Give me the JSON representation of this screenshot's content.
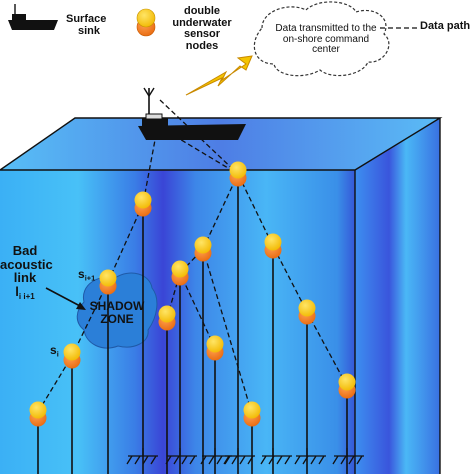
{
  "legend": {
    "surface_sink_line1": "Surface",
    "surface_sink_line2": "sink",
    "node_line1": "double",
    "node_line2": "underwater",
    "node_line3": "sensor",
    "node_line4": "nodes",
    "data_path": "Data path"
  },
  "cloud": {
    "line1": "Data transmitted to the",
    "line2": "on-shore command",
    "line3": "center"
  },
  "bad_link": {
    "line1": "Bad",
    "line2": "acoustic",
    "line3": "link",
    "symbol": "l",
    "subscript": "i i+1"
  },
  "shadow_zone": {
    "line1": "SHADOW",
    "line2": "ZONE"
  },
  "node_labels": {
    "s_i1_base": "s",
    "s_i1_sub": "i+1",
    "s_i_base": "s",
    "s_i_sub": "i"
  },
  "colors": {
    "node_top": "#f5c400",
    "node_bottom": "#f07a18",
    "water_front": "#3aa3f0",
    "water_stripe": "#3b48d8",
    "shadow_zone": "#2a7fd4"
  }
}
